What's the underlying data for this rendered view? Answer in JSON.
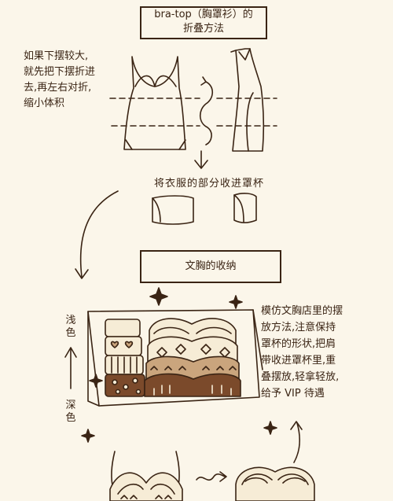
{
  "title": {
    "line1": "bra-top（胸罩衫）的",
    "line2": "折叠方法"
  },
  "step1_note": [
    "如果下摆较大,",
    "就先把下摆折进",
    "去,再左右对折,",
    "缩小体积"
  ],
  "step2_label": "将衣服的部分收进罩杯",
  "section_title": "文胸的收纳",
  "step3_note": [
    "模仿文胸店里的摆",
    "放方法,注意保持",
    "罩杯的形状,把肩",
    "带收进罩杯里,重",
    "叠摆放,轻拿轻放,",
    "给予 VIP 待遇"
  ],
  "gradient_label": {
    "top": "浅色",
    "bottom": "深色"
  },
  "colors": {
    "ink": "#3a2414",
    "paper": "#fbf6ea",
    "tan": "#caa57d",
    "dark_brown": "#7b4a2b",
    "cream": "#f6ecd6"
  }
}
